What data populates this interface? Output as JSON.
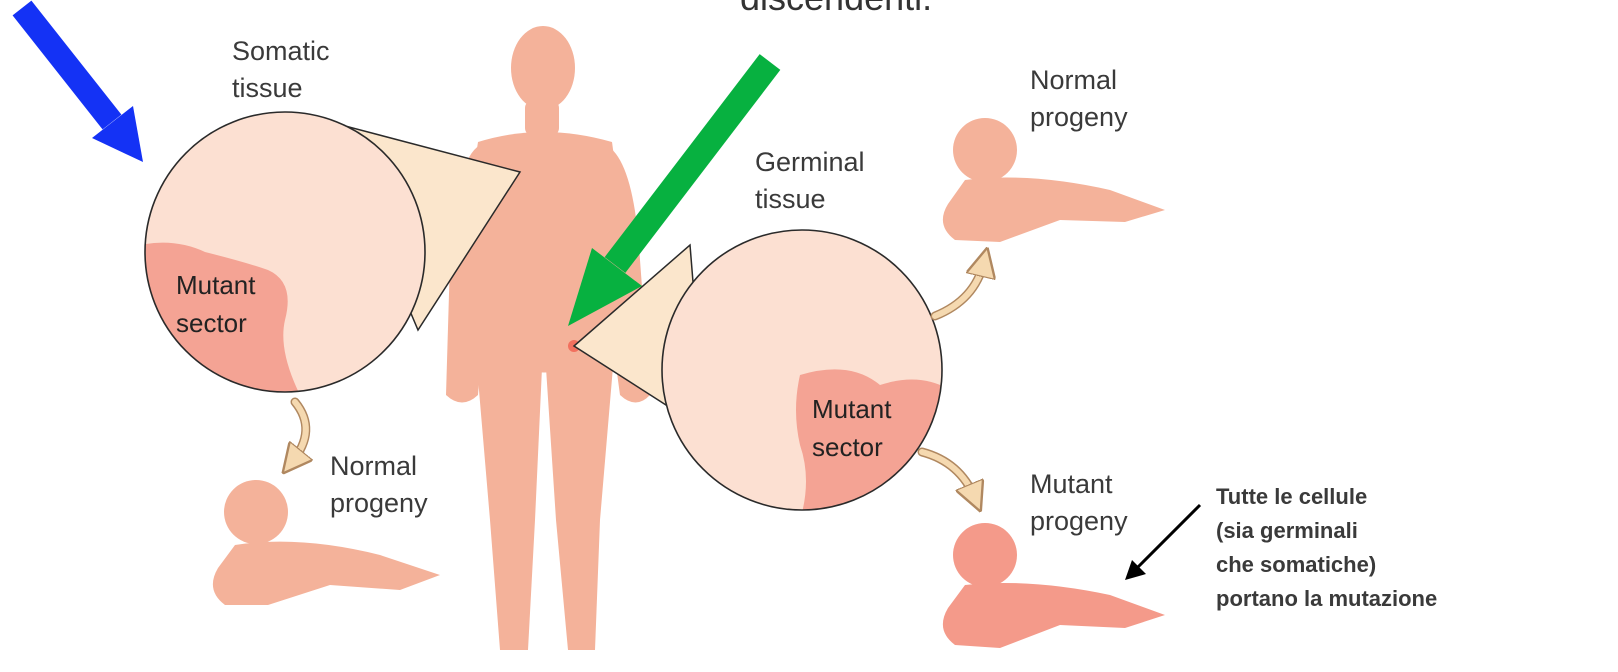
{
  "header": {
    "top_cut_text": "discendenti."
  },
  "labels": {
    "somatic_tissue": "Somatic",
    "somatic_tissue_2": "tissue",
    "germinal_tissue": "Germinal",
    "germinal_tissue_2": "tissue",
    "normal_progeny_top": "Normal",
    "normal_progeny_top_2": "progeny",
    "normal_progeny_left": "Normal",
    "normal_progeny_left_2": "progeny",
    "mutant_progeny": "Mutant",
    "mutant_progeny_2": "progeny",
    "mutant_sector_left": "Mutant",
    "mutant_sector_left_2": "sector",
    "mutant_sector_right": "Mutant",
    "mutant_sector_right_2": "sector"
  },
  "note": {
    "line1": "Tutte le cellule",
    "line2": "(sia germinali",
    "line3": "che somatiche)",
    "line4": "portano la mutazione"
  },
  "colors": {
    "body_fill": "#f4b29a",
    "circle_fill": "#fce0d2",
    "mutant_fill": "#f4a394",
    "beam_fill": "#fbe6cc",
    "mutant_baby": "#f49a8a",
    "blue_arrow": "#1432f5",
    "green_arrow": "#07b140",
    "curved_arrow": "#f5d9b0"
  }
}
